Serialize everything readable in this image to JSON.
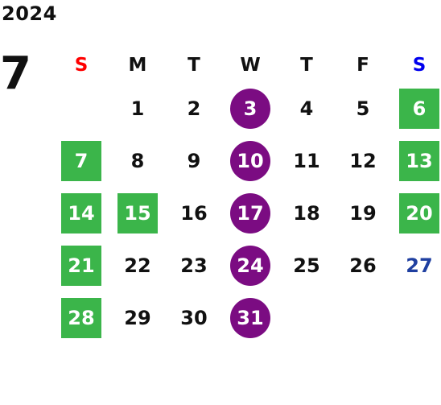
{
  "calendar": {
    "year": "2024",
    "month": "7",
    "weekdays": [
      {
        "label": "S",
        "color": "#ff0000"
      },
      {
        "label": "M",
        "color": "#111111"
      },
      {
        "label": "T",
        "color": "#111111"
      },
      {
        "label": "W",
        "color": "#111111"
      },
      {
        "label": "T",
        "color": "#111111"
      },
      {
        "label": "F",
        "color": "#111111"
      },
      {
        "label": "S",
        "color": "#0000ee"
      }
    ],
    "colors": {
      "green": "#3bb54a",
      "purple": "#7b0c82",
      "blue_text": "#1f3fa0",
      "default_text": "#111111"
    },
    "weeks": [
      [
        null,
        "1",
        "2",
        "3",
        "4",
        "5",
        "6"
      ],
      [
        "7",
        "8",
        "9",
        "10",
        "11",
        "12",
        "13"
      ],
      [
        "14",
        "15",
        "16",
        "17",
        "18",
        "19",
        "20"
      ],
      [
        "21",
        "22",
        "23",
        "24",
        "25",
        "26",
        "27"
      ],
      [
        "28",
        "29",
        "30",
        "31",
        null,
        null,
        null
      ]
    ],
    "styles": [
      [
        null,
        "plain",
        "plain",
        "purple",
        "plain",
        "plain",
        "green"
      ],
      [
        "green",
        "plain",
        "plain",
        "purple",
        "plain",
        "plain",
        "green"
      ],
      [
        "green",
        "green",
        "plain",
        "purple",
        "plain",
        "plain",
        "green"
      ],
      [
        "green",
        "plain",
        "plain",
        "purple",
        "plain",
        "plain",
        "blue-text"
      ],
      [
        "green",
        "plain",
        "plain",
        "purple",
        null,
        null,
        null
      ]
    ]
  }
}
